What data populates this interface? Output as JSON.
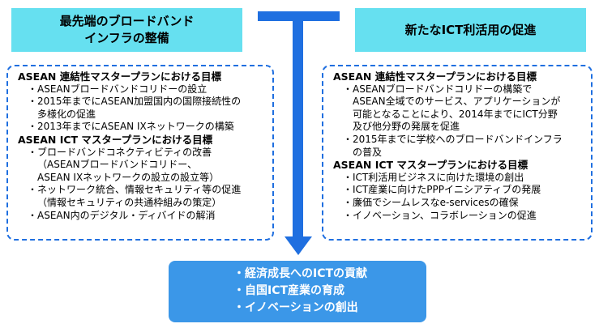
{
  "header_left": {
    "line1": "最先端のブロードバンド",
    "line2": "インフラの整備"
  },
  "header_right": {
    "line1": "新たなICT利活用の促進"
  },
  "left_panel": {
    "section1_title": "ASEAN 連結性マスタープランにおける目標",
    "section1_items": [
      [
        "ASEANブロードバンドコリドーの設立"
      ],
      [
        "2015年までにASEAN加盟国内の国際接続性の",
        "多様化の促進"
      ],
      [
        "2013年までにASEAN IXネットワークの構築"
      ]
    ],
    "section2_title": "ASEAN ICT マスタープランにおける目標",
    "section2_items": [
      [
        "ブロードバンドコネクティビティの改善",
        "（ASEANブロードバンドコリドー、",
        "ASEAN IXネットワークの設立の設立等）"
      ],
      [
        "ネットワーク統合、情報セキュリティ等の促進",
        "（情報セキュリティの共通枠組みの策定）"
      ],
      [
        "ASEAN内のデジタル・ディバイドの解消"
      ]
    ]
  },
  "right_panel": {
    "section1_title": "ASEAN 連結性マスタープランにおける目標",
    "section1_items": [
      [
        "ASEANブロードバンドコリドーの構築で",
        "ASEAN全域でのサービス、アプリケーションが",
        "可能となることにより、2014年までにICT分野",
        "及び他分野の発展を促進"
      ],
      [
        "2015年までに学校へのブロードバンドインフラ",
        "の普及"
      ]
    ],
    "section2_title": "ASEAN ICT マスタープランにおける目標",
    "section2_items": [
      [
        "ICT利活用ビジネスに向けた環境の創出"
      ],
      [
        "ICT産業に向けたPPPイニシアティブの発展"
      ],
      [
        "廉価でシームレスなe-servicesの確保"
      ],
      [
        "イノベーション、コラボレーションの促進"
      ]
    ]
  },
  "outcomes": {
    "items": [
      "・経済成長へのICTの貢献",
      "・自国ICT産業の育成",
      "・イノベーションの創出"
    ]
  },
  "bullet": "・",
  "colors": {
    "header_fill": "#66e0f0",
    "arrow": "#1f6fe0",
    "panel_border": "#1f6fe0",
    "outcome_fill": "#3b97e8"
  }
}
